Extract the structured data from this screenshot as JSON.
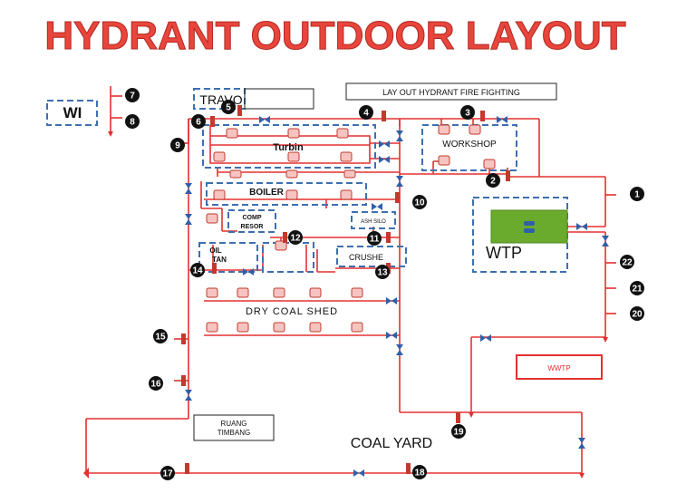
{
  "title": "HYDRANT OUTDOOR LAYOUT",
  "legend_box": "LAY OUT HYDRANT FIRE FIGHTING",
  "areas": {
    "wi": "WI",
    "travo": "TRAVO",
    "turbin": "Turbin",
    "workshop": "WORKSHOP",
    "boiler": "BOILER",
    "compressor_l1": "COMP",
    "compressor_l2": "RESOR",
    "ash_silo": "ASH SILO",
    "oil_l1": "OIL",
    "oil_l2": "TAN",
    "crusher": "CRUSHE",
    "dry_coal_shed": "DRY COAL SHED",
    "wtp": "WTP",
    "wwtp": "WWTP",
    "ruang_l1": "RUANG",
    "ruang_l2": "TIMBANG",
    "coal_yard": "COAL YARD"
  },
  "hydrants": [
    "1",
    "2",
    "3",
    "4",
    "5",
    "6",
    "7",
    "8",
    "9",
    "10",
    "11",
    "12",
    "13",
    "14",
    "15",
    "16",
    "17",
    "18",
    "19",
    "20",
    "21",
    "22"
  ],
  "colors": {
    "pipe": "#e53030",
    "dashed": "#3d6fb0",
    "valve": "#2f5fa8",
    "marker": "#111111",
    "title": "#e8453c",
    "wtp_fill": "#6aab2e",
    "hydrant": "#c23a2e"
  }
}
